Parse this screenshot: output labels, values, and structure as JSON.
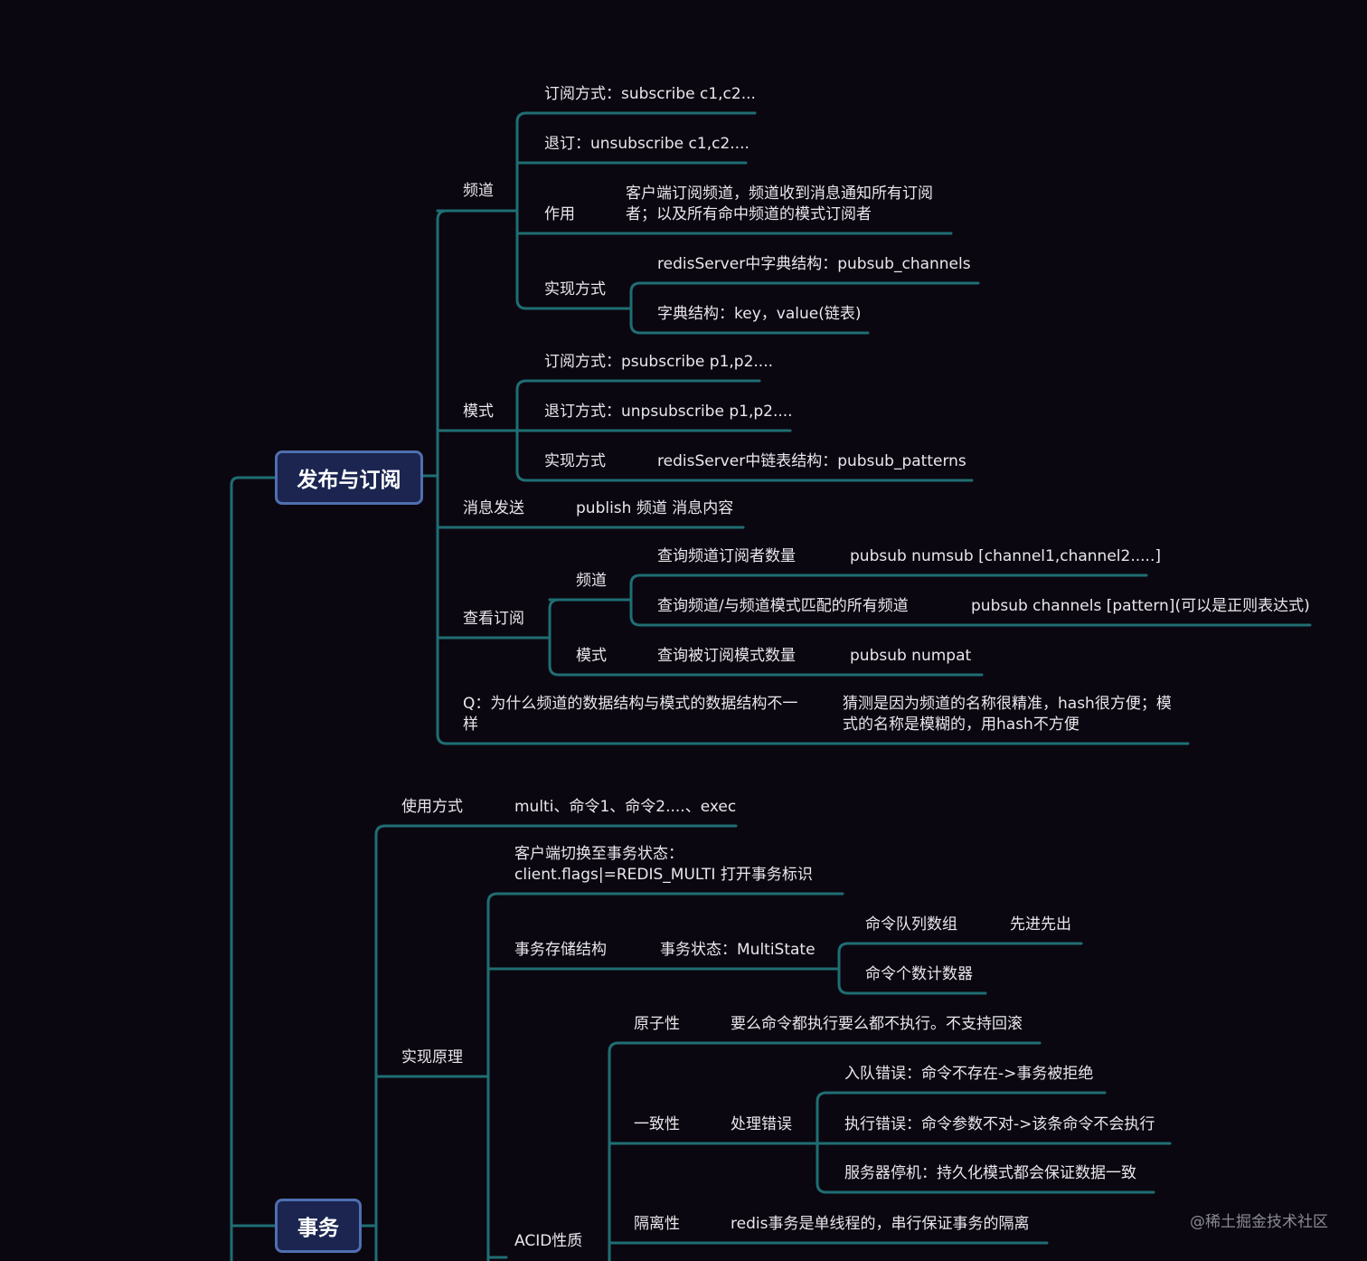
{
  "colors": {
    "background": "#0b0710",
    "line": "#1f6e73",
    "root_fill": "#1b2550",
    "root_border": "#4f6fb0",
    "text": "#e8e8ec"
  },
  "pubsub": {
    "title": "发布与订阅",
    "channel": {
      "label": "频道",
      "subscribe": "订阅方式：subscribe c1,c2...",
      "unsubscribe": "退订：unsubscribe c1,c2....",
      "purpose_label": "作用",
      "purpose_text": "客户端订阅频道，频道收到消息通知所有订阅者；以及所有命中频道的模式订阅者",
      "impl_label": "实现方式",
      "impl_1": "redisServer中字典结构：pubsub_channels",
      "impl_2": "字典结构：key，value(链表)"
    },
    "pattern": {
      "label": "模式",
      "subscribe": "订阅方式：psubscribe p1,p2....",
      "unsubscribe": "退订方式：unpsubscribe p1,p2....",
      "impl_label": "实现方式",
      "impl_text": "redisServer中链表结构：pubsub_patterns"
    },
    "publish": {
      "label": "消息发送",
      "text": "publish 频道 消息内容"
    },
    "inspect": {
      "label": "查看订阅",
      "channel_label": "频道",
      "channel_count": "查询频道订阅者数量",
      "channel_count_cmd": "pubsub numsub [channel1,channel2.....]",
      "channel_all": "查询频道/与频道模式匹配的所有频道",
      "channel_all_cmd": "pubsub channels [pattern](可以是正则表达式)",
      "pattern_label": "模式",
      "pattern_count": "查询被订阅模式数量",
      "pattern_count_cmd": "pubsub numpat"
    },
    "question": {
      "q": "Q：为什么频道的数据结构与模式的数据结构不一样",
      "a": "猜测是因为频道的名称很精准，hash很方便；模式的名称是模糊的，用hash不方便"
    }
  },
  "transaction": {
    "title": "事务",
    "usage_label": "使用方式",
    "usage_text": "multi、命令1、命令2....、exec",
    "impl_label": "实现原理",
    "switch_text": "客户端切换至事务状态：client.flags|=REDIS_MULTI 打开事务标识",
    "storage_label": "事务存储结构",
    "state_label": "事务状态：MultiState",
    "queue_label": "命令队列数组",
    "queue_note": "先进先出",
    "counter_label": "命令个数计数器",
    "acid_label": "ACID性质",
    "atomicity_label": "原子性",
    "atomicity_text": "要么命令都执行要么都不执行。不支持回滚",
    "consistency_label": "一致性",
    "error_label": "处理错误",
    "error_enqueue": "入队错误：命令不存在->事务被拒绝",
    "error_exec": "执行错误：命令参数不对->该条命令不会执行",
    "error_crash": "服务器停机：持久化模式都会保证数据一致",
    "isolation_label": "隔离性",
    "isolation_text": "redis事务是单线程的，串行保证事务的隔离"
  },
  "watermark": "@稀土掘金技术社区"
}
